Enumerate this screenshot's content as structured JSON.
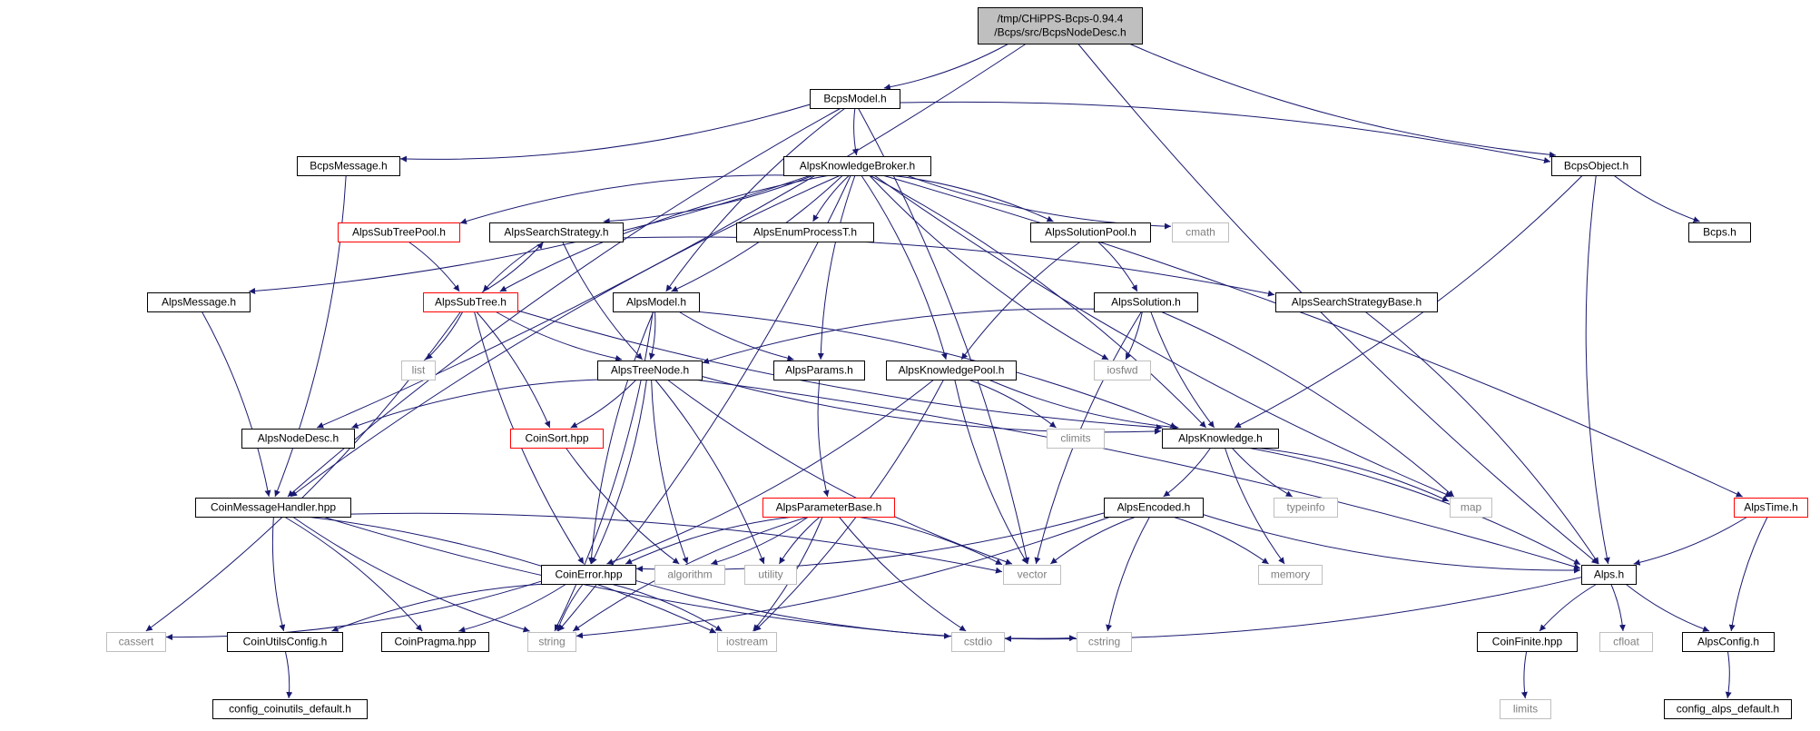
{
  "colors": {
    "edge": "#191970",
    "root_fill": "#bfbfbf",
    "box_border": "#000000",
    "incomplete_border": "#ff0000",
    "external_border": "#bfbfbf",
    "external_text": "#7f7f7f",
    "text": "#000000"
  },
  "nodes": [
    {
      "id": "root",
      "lines": [
        "/tmp/CHiPPS-Bcps-0.94.4",
        "/Bcps/src/BcpsNodeDesc.h"
      ],
      "kind": "root"
    },
    {
      "id": "BcpsModel",
      "lines": [
        "BcpsModel.h"
      ],
      "kind": "normal"
    },
    {
      "id": "BcpsMessage",
      "lines": [
        "BcpsMessage.h"
      ],
      "kind": "normal"
    },
    {
      "id": "AlpsKnowledgeBroker",
      "lines": [
        "AlpsKnowledgeBroker.h"
      ],
      "kind": "normal"
    },
    {
      "id": "BcpsObject",
      "lines": [
        "BcpsObject.h"
      ],
      "kind": "normal"
    },
    {
      "id": "AlpsSubTreePool",
      "lines": [
        "AlpsSubTreePool.h"
      ],
      "kind": "incomplete"
    },
    {
      "id": "AlpsSearchStrategy",
      "lines": [
        "AlpsSearchStrategy.h"
      ],
      "kind": "normal"
    },
    {
      "id": "AlpsEnumProcessT",
      "lines": [
        "AlpsEnumProcessT.h"
      ],
      "kind": "normal"
    },
    {
      "id": "AlpsSolutionPool",
      "lines": [
        "AlpsSolutionPool.h"
      ],
      "kind": "normal"
    },
    {
      "id": "cmath",
      "lines": [
        "cmath"
      ],
      "kind": "external"
    },
    {
      "id": "Bcps",
      "lines": [
        "Bcps.h"
      ],
      "kind": "normal"
    },
    {
      "id": "AlpsMessage",
      "lines": [
        "AlpsMessage.h"
      ],
      "kind": "normal"
    },
    {
      "id": "AlpsSubTree",
      "lines": [
        "AlpsSubTree.h"
      ],
      "kind": "incomplete"
    },
    {
      "id": "AlpsModel",
      "lines": [
        "AlpsModel.h"
      ],
      "kind": "normal"
    },
    {
      "id": "AlpsSolution",
      "lines": [
        "AlpsSolution.h"
      ],
      "kind": "normal"
    },
    {
      "id": "AlpsSearchStrategyBase",
      "lines": [
        "AlpsSearchStrategyBase.h"
      ],
      "kind": "normal"
    },
    {
      "id": "list",
      "lines": [
        "list"
      ],
      "kind": "external"
    },
    {
      "id": "AlpsTreeNode",
      "lines": [
        "AlpsTreeNode.h"
      ],
      "kind": "normal"
    },
    {
      "id": "AlpsParams",
      "lines": [
        "AlpsParams.h"
      ],
      "kind": "normal"
    },
    {
      "id": "AlpsKnowledgePool",
      "lines": [
        "AlpsKnowledgePool.h"
      ],
      "kind": "normal"
    },
    {
      "id": "iosfwd",
      "lines": [
        "iosfwd"
      ],
      "kind": "external"
    },
    {
      "id": "AlpsNodeDesc",
      "lines": [
        "AlpsNodeDesc.h"
      ],
      "kind": "normal"
    },
    {
      "id": "CoinSort",
      "lines": [
        "CoinSort.hpp"
      ],
      "kind": "incomplete"
    },
    {
      "id": "climits",
      "lines": [
        "climits"
      ],
      "kind": "external"
    },
    {
      "id": "AlpsKnowledge",
      "lines": [
        "AlpsKnowledge.h"
      ],
      "kind": "normal"
    },
    {
      "id": "CoinMessageHandler",
      "lines": [
        "CoinMessageHandler.hpp"
      ],
      "kind": "normal"
    },
    {
      "id": "AlpsParameterBase",
      "lines": [
        "AlpsParameterBase.h"
      ],
      "kind": "incomplete"
    },
    {
      "id": "AlpsEncoded",
      "lines": [
        "AlpsEncoded.h"
      ],
      "kind": "normal"
    },
    {
      "id": "typeinfo",
      "lines": [
        "typeinfo"
      ],
      "kind": "external"
    },
    {
      "id": "map",
      "lines": [
        "map"
      ],
      "kind": "external"
    },
    {
      "id": "AlpsTime",
      "lines": [
        "AlpsTime.h"
      ],
      "kind": "incomplete"
    },
    {
      "id": "CoinError",
      "lines": [
        "CoinError.hpp"
      ],
      "kind": "normal"
    },
    {
      "id": "algorithm",
      "lines": [
        "algorithm"
      ],
      "kind": "external"
    },
    {
      "id": "utility",
      "lines": [
        "utility"
      ],
      "kind": "external"
    },
    {
      "id": "vector",
      "lines": [
        "vector"
      ],
      "kind": "external"
    },
    {
      "id": "memory",
      "lines": [
        "memory"
      ],
      "kind": "external"
    },
    {
      "id": "Alps",
      "lines": [
        "Alps.h"
      ],
      "kind": "normal"
    },
    {
      "id": "cassert",
      "lines": [
        "cassert"
      ],
      "kind": "external"
    },
    {
      "id": "CoinUtilsConfig",
      "lines": [
        "CoinUtilsConfig.h"
      ],
      "kind": "normal"
    },
    {
      "id": "CoinPragma",
      "lines": [
        "CoinPragma.hpp"
      ],
      "kind": "normal"
    },
    {
      "id": "string",
      "lines": [
        "string"
      ],
      "kind": "external"
    },
    {
      "id": "iostream",
      "lines": [
        "iostream"
      ],
      "kind": "external"
    },
    {
      "id": "cstdio",
      "lines": [
        "cstdio"
      ],
      "kind": "external"
    },
    {
      "id": "cstring",
      "lines": [
        "cstring"
      ],
      "kind": "external"
    },
    {
      "id": "CoinFinite",
      "lines": [
        "CoinFinite.hpp"
      ],
      "kind": "normal"
    },
    {
      "id": "cfloat",
      "lines": [
        "cfloat"
      ],
      "kind": "external"
    },
    {
      "id": "AlpsConfig",
      "lines": [
        "AlpsConfig.h"
      ],
      "kind": "normal"
    },
    {
      "id": "config_coinutils_default",
      "lines": [
        "config_coinutils_default.h"
      ],
      "kind": "normal"
    },
    {
      "id": "limits",
      "lines": [
        "limits"
      ],
      "kind": "external"
    },
    {
      "id": "config_alps_default",
      "lines": [
        "config_alps_default.h"
      ],
      "kind": "normal"
    }
  ],
  "edges": [
    [
      "root",
      "BcpsModel"
    ],
    [
      "root",
      "BcpsObject"
    ],
    [
      "root",
      "AlpsNodeDesc"
    ],
    [
      "root",
      "Alps"
    ],
    [
      "BcpsModel",
      "BcpsMessage"
    ],
    [
      "BcpsModel",
      "AlpsKnowledgeBroker"
    ],
    [
      "BcpsModel",
      "BcpsObject"
    ],
    [
      "BcpsModel",
      "AlpsModel"
    ],
    [
      "BcpsModel",
      "vector"
    ],
    [
      "BcpsModel",
      "CoinMessageHandler"
    ],
    [
      "BcpsMessage",
      "CoinMessageHandler"
    ],
    [
      "AlpsKnowledgeBroker",
      "AlpsSubTreePool"
    ],
    [
      "AlpsKnowledgeBroker",
      "AlpsSearchStrategy"
    ],
    [
      "AlpsKnowledgeBroker",
      "AlpsEnumProcessT"
    ],
    [
      "AlpsKnowledgeBroker",
      "AlpsSolutionPool"
    ],
    [
      "AlpsKnowledgeBroker",
      "cmath"
    ],
    [
      "AlpsKnowledgeBroker",
      "AlpsMessage"
    ],
    [
      "AlpsKnowledgeBroker",
      "AlpsSubTree"
    ],
    [
      "AlpsKnowledgeBroker",
      "AlpsModel"
    ],
    [
      "AlpsKnowledgeBroker",
      "AlpsParams"
    ],
    [
      "AlpsKnowledgeBroker",
      "AlpsKnowledgePool"
    ],
    [
      "AlpsKnowledgeBroker",
      "iosfwd"
    ],
    [
      "AlpsKnowledgeBroker",
      "AlpsKnowledge"
    ],
    [
      "AlpsKnowledgeBroker",
      "map"
    ],
    [
      "AlpsKnowledgeBroker",
      "AlpsTime"
    ],
    [
      "AlpsKnowledgeBroker",
      "CoinMessageHandler"
    ],
    [
      "AlpsKnowledgeBroker",
      "string"
    ],
    [
      "BcpsObject",
      "Bcps"
    ],
    [
      "BcpsObject",
      "AlpsKnowledge"
    ],
    [
      "BcpsObject",
      "Alps"
    ],
    [
      "AlpsSubTreePool",
      "AlpsSubTree"
    ],
    [
      "AlpsSearchStrategy",
      "AlpsSubTree"
    ],
    [
      "AlpsSearchStrategy",
      "AlpsSearchStrategyBase"
    ],
    [
      "AlpsSearchStrategy",
      "AlpsTreeNode"
    ],
    [
      "AlpsSolutionPool",
      "AlpsSolution"
    ],
    [
      "AlpsSolutionPool",
      "AlpsKnowledgePool"
    ],
    [
      "AlpsMessage",
      "CoinMessageHandler"
    ],
    [
      "AlpsSubTree",
      "AlpsSearchStrategy"
    ],
    [
      "AlpsSubTree",
      "list"
    ],
    [
      "AlpsSubTree",
      "AlpsTreeNode"
    ],
    [
      "AlpsSubTree",
      "CoinSort"
    ],
    [
      "AlpsSubTree",
      "AlpsKnowledge"
    ],
    [
      "AlpsSubTree",
      "cassert"
    ],
    [
      "AlpsSubTree",
      "CoinError"
    ],
    [
      "AlpsModel",
      "AlpsTreeNode"
    ],
    [
      "AlpsModel",
      "AlpsParams"
    ],
    [
      "AlpsModel",
      "AlpsKnowledge"
    ],
    [
      "AlpsModel",
      "CoinError"
    ],
    [
      "AlpsModel",
      "string"
    ],
    [
      "AlpsSolution",
      "AlpsTreeNode"
    ],
    [
      "AlpsSolution",
      "iosfwd"
    ],
    [
      "AlpsSolution",
      "AlpsKnowledge"
    ],
    [
      "AlpsSolution",
      "map"
    ],
    [
      "AlpsSolution",
      "vector"
    ],
    [
      "AlpsSearchStrategyBase",
      "Alps"
    ],
    [
      "AlpsTreeNode",
      "AlpsNodeDesc"
    ],
    [
      "AlpsTreeNode",
      "CoinSort"
    ],
    [
      "AlpsTreeNode",
      "AlpsKnowledge"
    ],
    [
      "AlpsTreeNode",
      "CoinError"
    ],
    [
      "AlpsTreeNode",
      "algorithm"
    ],
    [
      "AlpsTreeNode",
      "utility"
    ],
    [
      "AlpsTreeNode",
      "vector"
    ],
    [
      "AlpsTreeNode",
      "Alps"
    ],
    [
      "AlpsParams",
      "AlpsParameterBase"
    ],
    [
      "AlpsKnowledgePool",
      "climits"
    ],
    [
      "AlpsKnowledgePool",
      "AlpsKnowledge"
    ],
    [
      "AlpsKnowledgePool",
      "CoinError"
    ],
    [
      "AlpsKnowledgePool",
      "vector"
    ],
    [
      "AlpsKnowledgePool",
      "iostream"
    ],
    [
      "CoinSort",
      "algorithm"
    ],
    [
      "AlpsKnowledge",
      "AlpsEncoded"
    ],
    [
      "AlpsKnowledge",
      "typeinfo"
    ],
    [
      "AlpsKnowledge",
      "map"
    ],
    [
      "AlpsKnowledge",
      "memory"
    ],
    [
      "AlpsKnowledge",
      "Alps"
    ],
    [
      "CoinMessageHandler",
      "CoinUtilsConfig"
    ],
    [
      "CoinMessageHandler",
      "CoinPragma"
    ],
    [
      "CoinMessageHandler",
      "string"
    ],
    [
      "CoinMessageHandler",
      "iostream"
    ],
    [
      "CoinMessageHandler",
      "cstdio"
    ],
    [
      "CoinMessageHandler",
      "vector"
    ],
    [
      "AlpsParameterBase",
      "CoinError"
    ],
    [
      "AlpsParameterBase",
      "algorithm"
    ],
    [
      "AlpsParameterBase",
      "utility"
    ],
    [
      "AlpsParameterBase",
      "vector"
    ],
    [
      "AlpsParameterBase",
      "string"
    ],
    [
      "AlpsParameterBase",
      "iostream"
    ],
    [
      "AlpsParameterBase",
      "cstdio"
    ],
    [
      "AlpsEncoded",
      "CoinError"
    ],
    [
      "AlpsEncoded",
      "vector"
    ],
    [
      "AlpsEncoded",
      "memory"
    ],
    [
      "AlpsEncoded",
      "Alps"
    ],
    [
      "AlpsEncoded",
      "string"
    ],
    [
      "AlpsEncoded",
      "cstring"
    ],
    [
      "AlpsTime",
      "Alps"
    ],
    [
      "AlpsTime",
      "AlpsConfig"
    ],
    [
      "CoinError",
      "cassert"
    ],
    [
      "CoinError",
      "CoinUtilsConfig"
    ],
    [
      "CoinError",
      "CoinPragma"
    ],
    [
      "CoinError",
      "string"
    ],
    [
      "CoinError",
      "iostream"
    ],
    [
      "CoinError",
      "cstring"
    ],
    [
      "Alps",
      "cstdio"
    ],
    [
      "Alps",
      "CoinFinite"
    ],
    [
      "Alps",
      "cfloat"
    ],
    [
      "Alps",
      "AlpsConfig"
    ],
    [
      "CoinUtilsConfig",
      "config_coinutils_default"
    ],
    [
      "CoinFinite",
      "limits"
    ],
    [
      "AlpsConfig",
      "config_alps_default"
    ]
  ]
}
